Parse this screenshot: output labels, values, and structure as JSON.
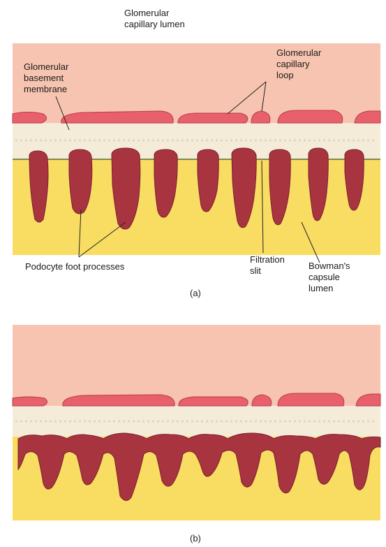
{
  "panel_a": {
    "labels": {
      "capillary_lumen": "Glomerular\ncapillary lumen",
      "basement_membrane": "Glomerular\nbasement\nmembrane",
      "capillary_loop": "Glomerular\ncapillary\nloop",
      "podocyte_foot_processes": "Podocyte foot processes",
      "filtration_slit": "Filtration\nslit",
      "bowmans_capsule_lumen": "Bowman's\ncapsule\nlumen"
    },
    "caption": "(a)"
  },
  "panel_b": {
    "caption": "(b)"
  },
  "colors": {
    "capillary_lumen": "#f6c4b0",
    "endothelium": "#e8606c",
    "basement_membrane": "#f4ecd9",
    "bowmans_space": "#f8dd62",
    "podocyte": "#a83440",
    "label_line": "#222222"
  }
}
